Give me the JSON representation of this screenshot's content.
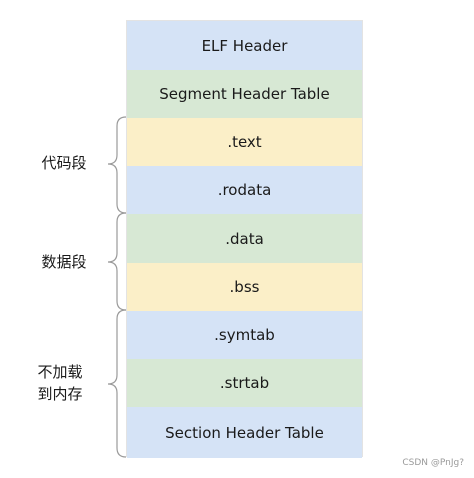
{
  "segments": [
    {
      "label": "ELF Header",
      "color": "#d5e3f6"
    },
    {
      "label": "Segment Header Table",
      "color": "#d7e8d4"
    },
    {
      "label": ".text",
      "color": "#fbefc8"
    },
    {
      "label": ".rodata",
      "color": "#d5e3f6"
    },
    {
      "label": ".data",
      "color": "#d7e8d4"
    },
    {
      "label": ".bss",
      "color": "#fbefc8"
    },
    {
      "label": ".symtab",
      "color": "#d5e3f6"
    },
    {
      "label": ".strtab",
      "color": "#d7e8d4"
    },
    {
      "label": "Section Header Table",
      "color": "#d5e3f6"
    }
  ],
  "groups": {
    "code": {
      "label": "代码段"
    },
    "data": {
      "label": "数据段"
    },
    "not_loaded": {
      "line1": "不加载",
      "line2": "到内存"
    }
  },
  "watermark": "CSDN @PnJg?"
}
